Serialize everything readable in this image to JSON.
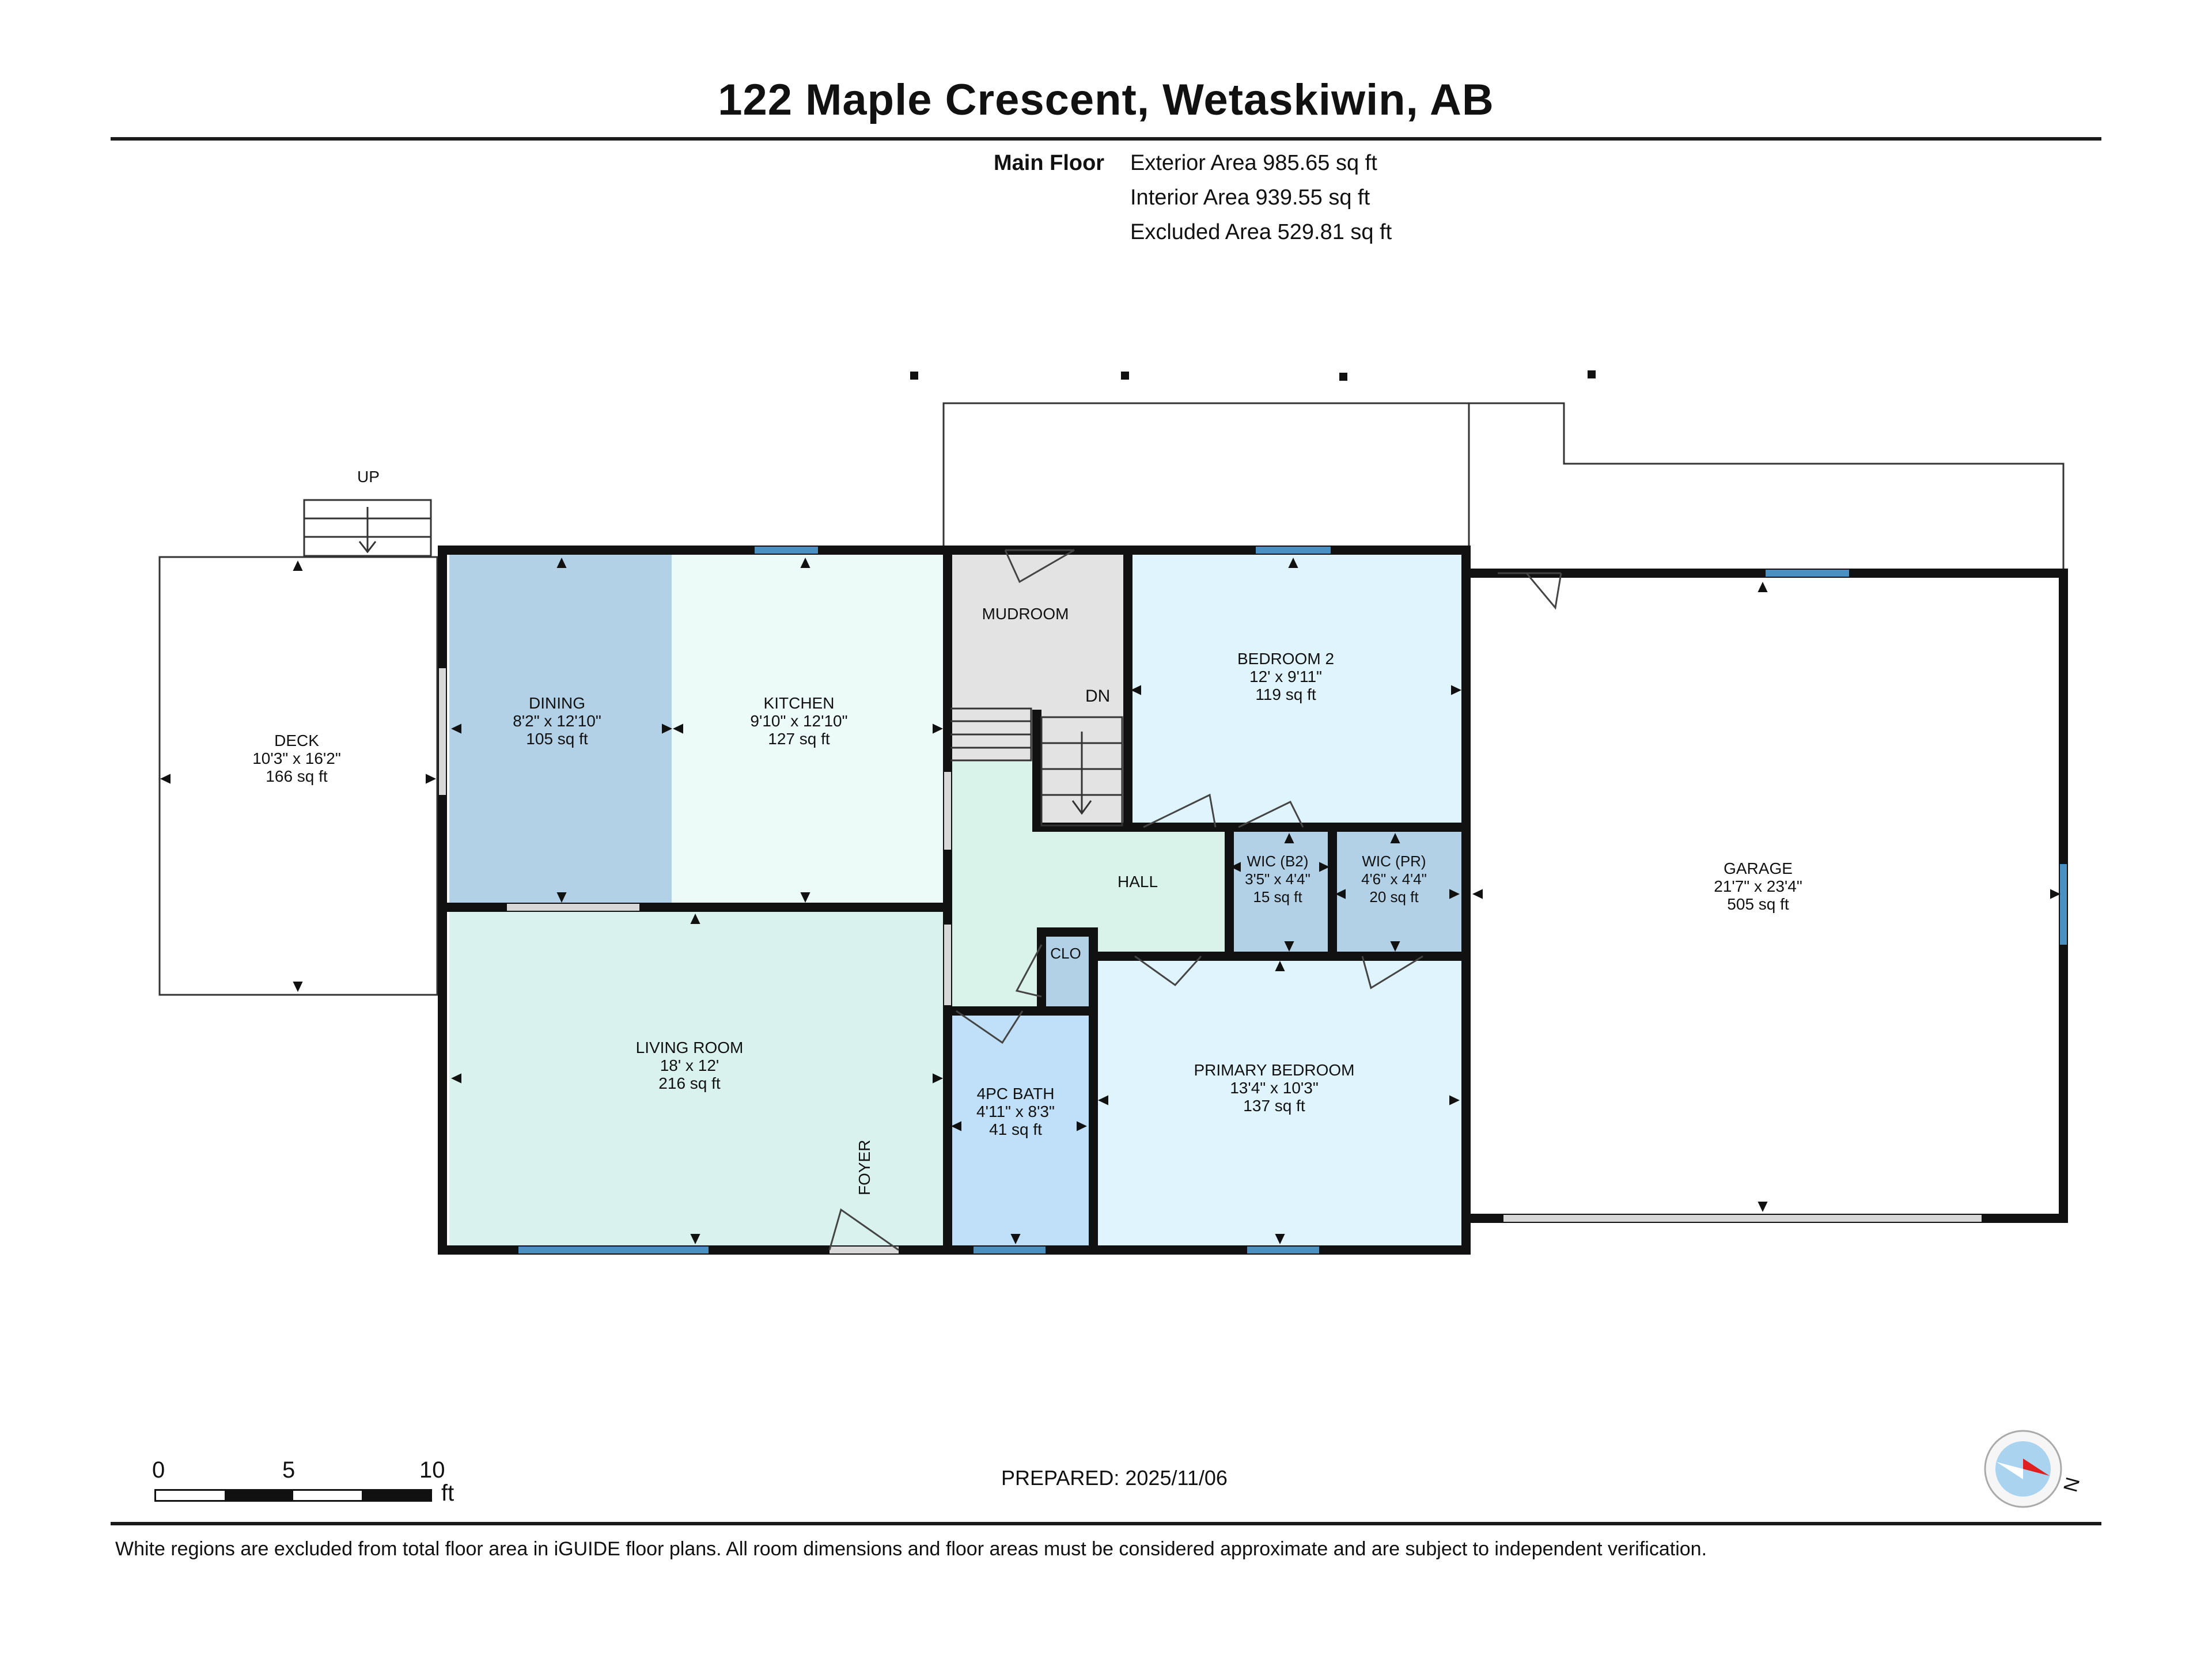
{
  "header": {
    "title": "122 Maple Crescent, Wetaskiwin, AB",
    "floor_label": "Main Floor",
    "areas": [
      "Exterior Area 985.65 sq ft",
      "Interior Area 939.55 sq ft",
      "Excluded Area 529.81 sq ft"
    ]
  },
  "rooms": [
    {
      "id": "deck",
      "name": "DECK",
      "dims": "10'3\" x 16'2\"",
      "area": "166 sq ft",
      "fill": "#ffffff"
    },
    {
      "id": "dining",
      "name": "DINING",
      "dims": "8'2\" x 12'10\"",
      "area": "105 sq ft",
      "fill": "#b3d1e6"
    },
    {
      "id": "kitchen",
      "name": "KITCHEN",
      "dims": "9'10\" x 12'10\"",
      "area": "127 sq ft",
      "fill": "#edfbf8"
    },
    {
      "id": "mudroom",
      "name": "MUDROOM",
      "dims": "",
      "area": "",
      "fill": "#e3e3e3"
    },
    {
      "id": "bedroom2",
      "name": "BEDROOM 2",
      "dims": "12' x 9'11\"",
      "area": "119 sq ft",
      "fill": "#dff4fc"
    },
    {
      "id": "garage",
      "name": "GARAGE",
      "dims": "21'7\" x 23'4\"",
      "area": "505 sq ft",
      "fill": "#ffffff"
    },
    {
      "id": "hall",
      "name": "HALL",
      "dims": "",
      "area": "",
      "fill": "#d9f2ea"
    },
    {
      "id": "wicb2",
      "name": "WIC (B2)",
      "dims": "3'5\" x 4'4\"",
      "area": "15 sq ft",
      "fill": "#b3d1e6"
    },
    {
      "id": "wicpr",
      "name": "WIC (PR)",
      "dims": "4'6\" x 4'4\"",
      "area": "20 sq ft",
      "fill": "#b3d1e6"
    },
    {
      "id": "clo",
      "name": "CLO",
      "dims": "",
      "area": "",
      "fill": "#b3d1e6"
    },
    {
      "id": "living",
      "name": "LIVING ROOM",
      "dims": "18' x 12'",
      "area": "216 sq ft",
      "fill": "#d9f2ee"
    },
    {
      "id": "bath",
      "name": "4PC BATH",
      "dims": "4'11\" x 8'3\"",
      "area": "41 sq ft",
      "fill": "#bfe0f8"
    },
    {
      "id": "primary",
      "name": "PRIMARY BEDROOM",
      "dims": "13'4\" x 10'3\"",
      "area": "137 sq ft",
      "fill": "#dff4fc"
    }
  ],
  "labels": {
    "up": "UP",
    "dn": "DN",
    "foyer": "FOYER"
  },
  "scale": {
    "ticks": [
      "0",
      "5",
      "10"
    ],
    "unit": "ft"
  },
  "compass": {
    "letter": "N"
  },
  "prepared": "PREPARED: 2025/11/06",
  "disclaimer": "White regions are excluded from total floor area in iGUIDE floor plans. All room dimensions and floor areas must be considered approximate and are subject to independent verification.",
  "colors": {
    "wall": "#111111",
    "window": "#4a90c0",
    "door_gap": "#d8d8d8"
  }
}
